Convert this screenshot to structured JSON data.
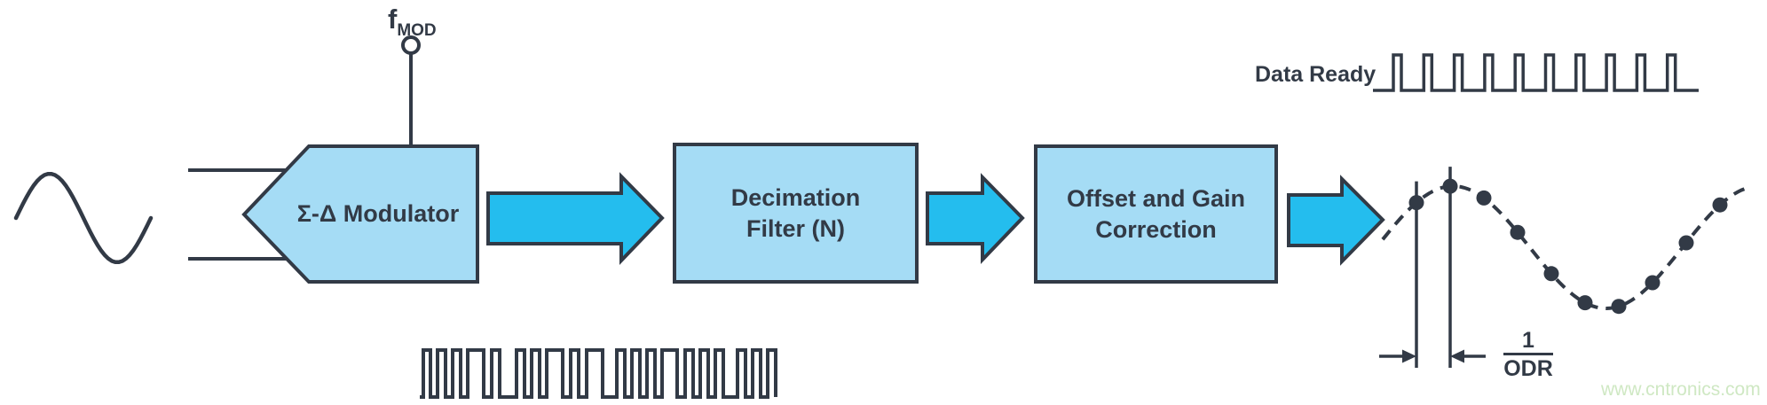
{
  "labels": {
    "fmod_base": "f",
    "fmod_sub": "MOD",
    "modulator": "Σ-Δ Modulator",
    "decimation_line1": "Decimation",
    "decimation_line2": "Filter (N)",
    "offset_line1": "Offset and Gain",
    "offset_line2": "Correction",
    "data_ready": "Data Ready",
    "odr_numerator": "1",
    "odr_denominator": "ODR",
    "watermark": "www.cntronics.com"
  },
  "colors": {
    "ink": "#323a46",
    "block_fill": "#a5dcf5",
    "arrow_fill": "#24bdee",
    "watermark_text": "#cfe8c3",
    "background": "#ffffff"
  },
  "waveforms": {
    "modulator_bitstream": {
      "kind": "pdm-1bit",
      "segments": [
        [
          0,
          4
        ],
        [
          1,
          8
        ],
        [
          0,
          8
        ],
        [
          1,
          9
        ],
        [
          0,
          8
        ],
        [
          1,
          9
        ],
        [
          0,
          8
        ],
        [
          1,
          18
        ],
        [
          0,
          9
        ],
        [
          1,
          9
        ],
        [
          0,
          19
        ],
        [
          1,
          9
        ],
        [
          0,
          8
        ],
        [
          1,
          9
        ],
        [
          0,
          8
        ],
        [
          1,
          18
        ],
        [
          0,
          9
        ],
        [
          1,
          9
        ],
        [
          0,
          9
        ],
        [
          1,
          18
        ],
        [
          0,
          16
        ],
        [
          1,
          9
        ],
        [
          0,
          8
        ],
        [
          1,
          9
        ],
        [
          0,
          8
        ],
        [
          1,
          9
        ],
        [
          0,
          8
        ],
        [
          1,
          17
        ],
        [
          0,
          9
        ],
        [
          1,
          9
        ],
        [
          0,
          8
        ],
        [
          1,
          9
        ],
        [
          0,
          8
        ],
        [
          1,
          9
        ],
        [
          0,
          16
        ],
        [
          1,
          9
        ],
        [
          0,
          8
        ],
        [
          1,
          9
        ],
        [
          0,
          8
        ],
        [
          1,
          9
        ]
      ]
    },
    "data_ready_pulses": {
      "count": 10
    },
    "output_samples": {
      "count": 10
    }
  }
}
